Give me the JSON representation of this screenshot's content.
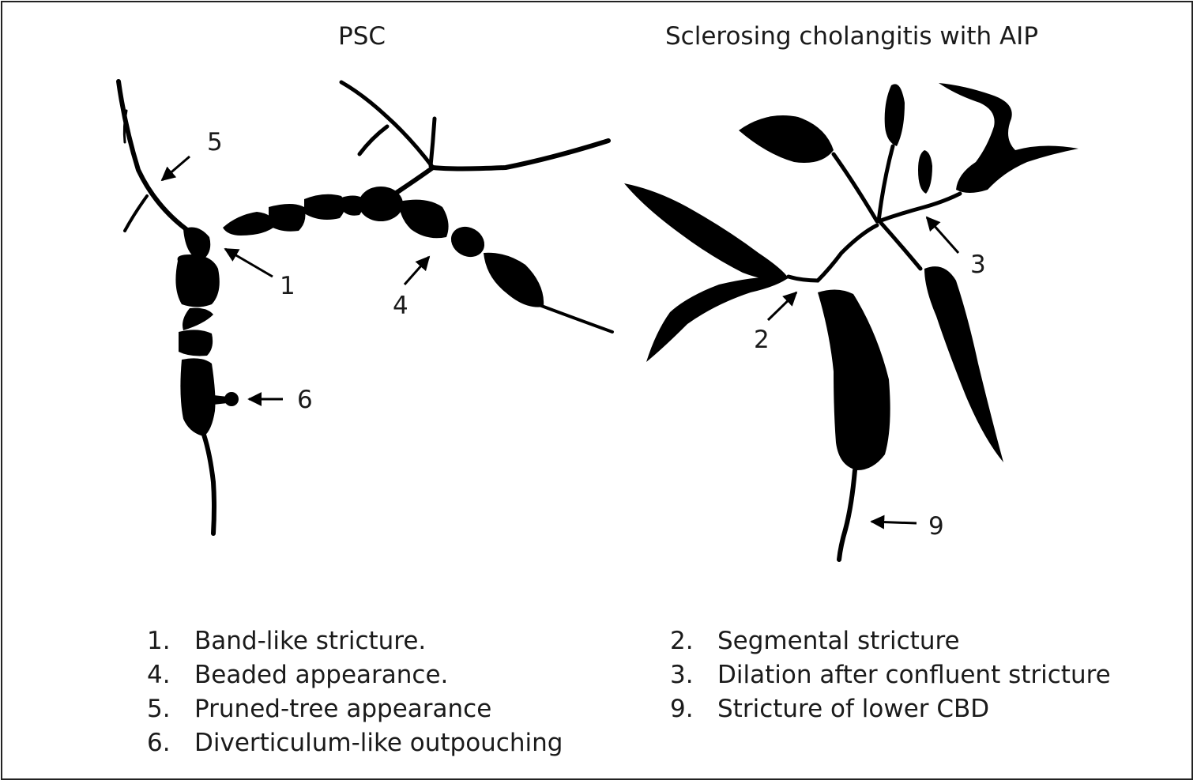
{
  "panels": {
    "left_title": "PSC",
    "right_title": "Sclerosing cholangitis with AIP"
  },
  "callouts": {
    "c1": "1",
    "c2": "2",
    "c3": "3",
    "c4": "4",
    "c5": "5",
    "c6": "6",
    "c9": "9"
  },
  "legend_left": [
    {
      "num": "1.",
      "text": "Band-like stricture."
    },
    {
      "num": "4.",
      "text": "Beaded appearance."
    },
    {
      "num": "5.",
      "text": "Pruned-tree appearance"
    },
    {
      "num": "6.",
      "text": "Diverticulum-like outpouching"
    }
  ],
  "legend_right": [
    {
      "num": "2.",
      "text": "Segmental stricture"
    },
    {
      "num": "3.",
      "text": "Dilation after confluent stricture"
    },
    {
      "num": "9.",
      "text": "Stricture of lower CBD"
    }
  ],
  "colors": {
    "duct_fill": "#000000",
    "text": "#1a1a1a",
    "border": "#222222"
  }
}
